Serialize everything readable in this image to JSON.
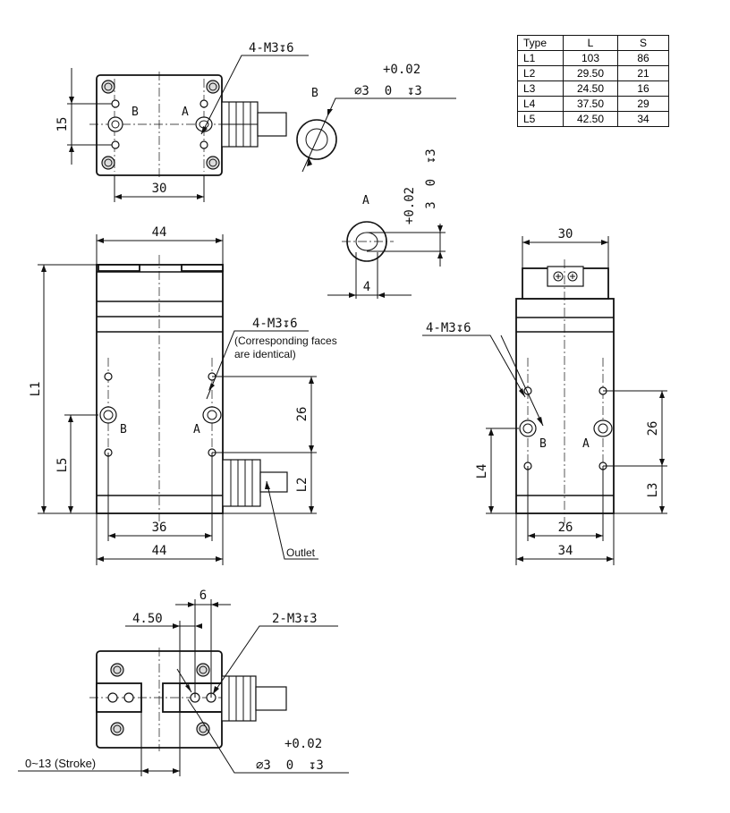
{
  "table": {
    "headers": [
      "Type",
      "L",
      "S"
    ],
    "rows": [
      [
        "L1",
        "103",
        "86"
      ],
      [
        "L2",
        "29.50",
        "21"
      ],
      [
        "L3",
        "24.50",
        "16"
      ],
      [
        "L4",
        "37.50",
        "29"
      ],
      [
        "L5",
        "42.50",
        "34"
      ]
    ]
  },
  "top_view": {
    "thread_callout": "4-M3↧6",
    "dim_height": "15",
    "dim_width": "30",
    "label_a": "A",
    "label_b": "B"
  },
  "detail_b": {
    "label": "B",
    "tolerance": "+0.02",
    "spec": "⌀3  0  ↧3"
  },
  "detail_a": {
    "label": "A",
    "tolerance": "+0.02",
    "spec": "3  0  ↧3",
    "dim_width": "4"
  },
  "front_view": {
    "dim_top_width": "44",
    "dim_l1": "L1",
    "dim_l5": "L5",
    "dim_l2": "L2",
    "dim_26": "26",
    "dim_36": "36",
    "dim_bottom_width": "44",
    "thread_callout": "4-M3↧6",
    "note_line1": "(Corresponding faces",
    "note_line2": "are identical)",
    "label_a": "A",
    "label_b": "B",
    "outlet_label": "Outlet"
  },
  "side_view": {
    "dim_top_width": "30",
    "thread_callout": "4-M3↧6",
    "dim_26_right": "26",
    "dim_l4": "L4",
    "dim_l3": "L3",
    "dim_26_bottom": "26",
    "dim_34": "34",
    "label_a": "A",
    "label_b": "B"
  },
  "bottom_view": {
    "dim_6": "6",
    "dim_450": "4.50",
    "thread_callout": "2-M3↧3",
    "stroke_label": "0~13 (Stroke)",
    "tolerance": "+0.02",
    "spec": "⌀3  0  ↧3"
  }
}
